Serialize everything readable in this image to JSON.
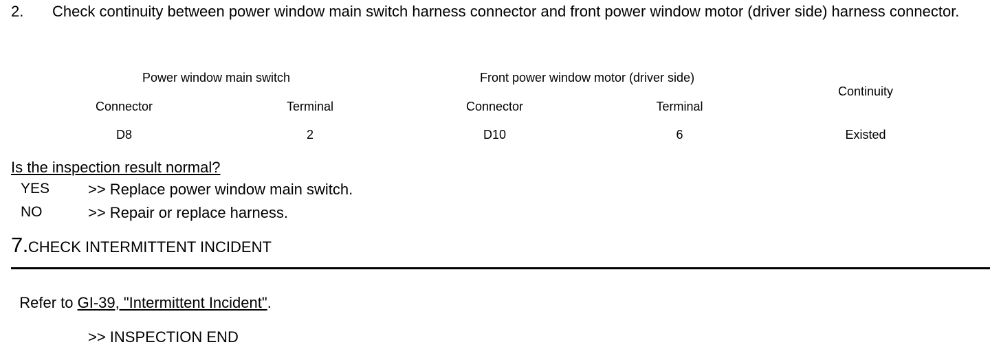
{
  "step": {
    "number": "2.",
    "text": "Check continuity between power window main switch harness connector and front power window motor (driver side) harness connector."
  },
  "table": {
    "group_headers": [
      "Power window main switch",
      "Front power window motor (driver side)",
      "Continuity"
    ],
    "sub_headers": [
      "Connector",
      "Terminal",
      "Connector",
      "Terminal"
    ],
    "values": [
      "D8",
      "2",
      "D10",
      "6",
      "Existed"
    ]
  },
  "question": "Is the inspection result normal?",
  "answers": [
    {
      "key": "YES",
      "value": ">> Replace power window main switch."
    },
    {
      "key": "NO",
      "value": ">> Repair or replace harness."
    }
  ],
  "section": {
    "number": "7.",
    "title": "CHECK INTERMITTENT INCIDENT",
    "refer_prefix": "Refer to ",
    "refer_link": "GI-39, \"Intermittent Incident\"",
    "refer_suffix": "."
  },
  "end": ">> INSPECTION END"
}
